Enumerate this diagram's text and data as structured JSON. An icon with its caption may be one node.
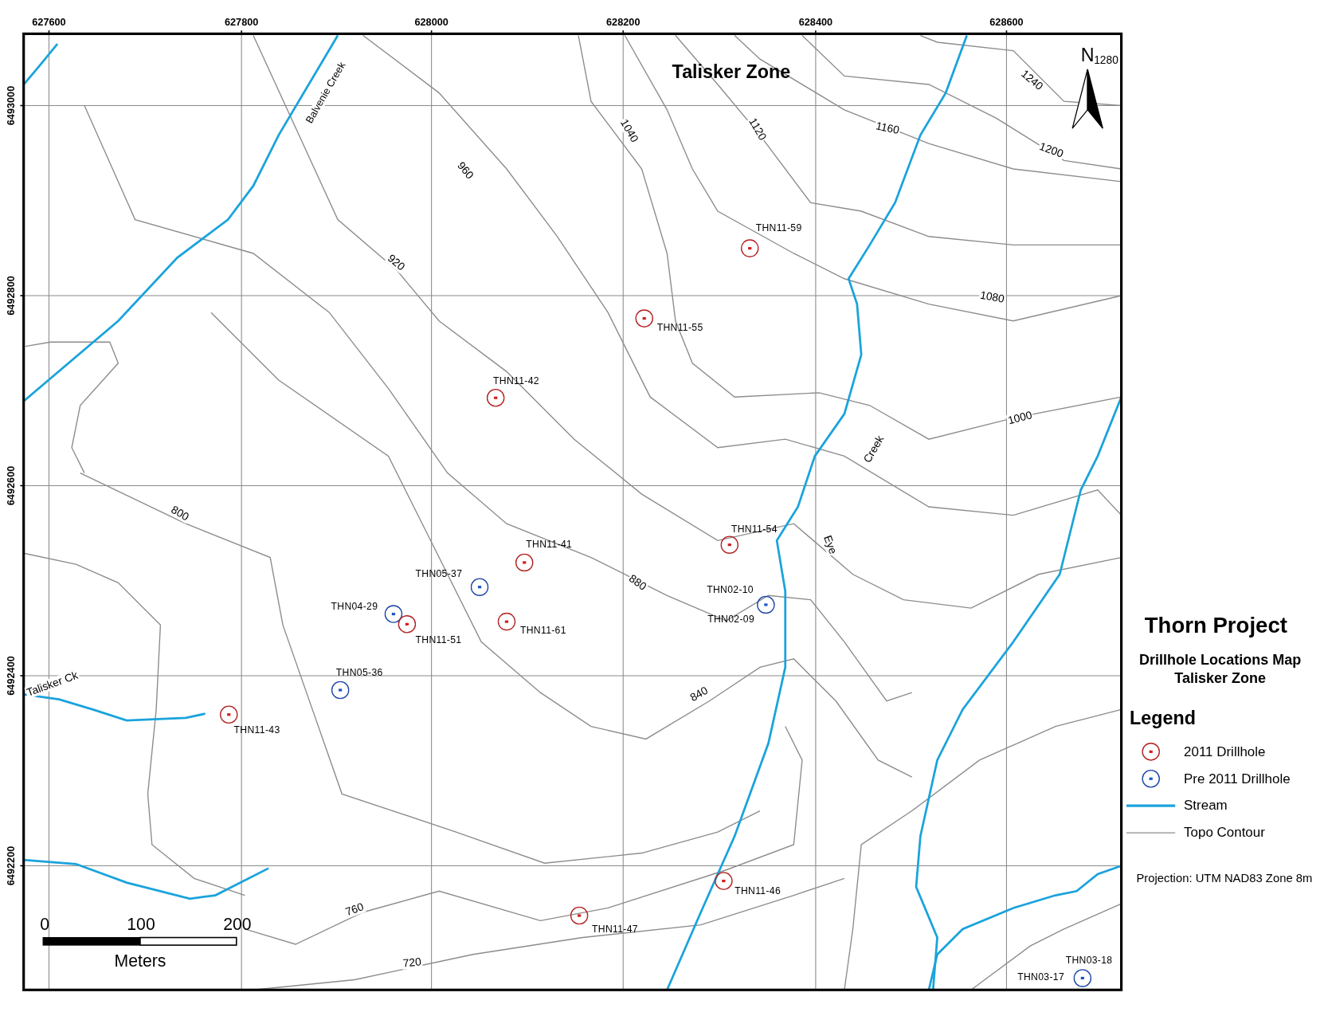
{
  "diagram": {
    "title": "Thorn Project",
    "nodes": [
      {
        "text": [],
        "shape": "circle",
        "beside": [
          "THN11-59"
        ]
      },
      {
        "text": [],
        "shape": "circle",
        "beside": [
          "THN11-55"
        ]
      },
      {
        "text": [],
        "shape": "circle",
        "beside": [
          "THN11-42"
        ]
      },
      {
        "text": [],
        "shape": "circle",
        "beside": [
          "THN11-54"
        ]
      },
      {
        "text": [],
        "shape": "circle",
        "beside": [
          "THN11-41"
        ]
      },
      {
        "text": [],
        "shape": "circle",
        "beside": [
          "THN05-37"
        ]
      },
      {
        "text": [],
        "shape": "circle",
        "beside": [
          "THN02-10",
          "THN02-09"
        ]
      },
      {
        "text": [],
        "shape": "circle",
        "beside": [
          "THN04-29"
        ]
      },
      {
        "text": [],
        "shape": "circle",
        "beside": [
          "THN11-61"
        ]
      },
      {
        "text": [],
        "shape": "circle",
        "beside": [
          "THN11-51"
        ]
      },
      {
        "text": [],
        "shape": "circle",
        "beside": [
          "THN05-36"
        ]
      },
      {
        "text": [],
        "shape": "circle",
        "beside": [
          "THN11-43"
        ]
      },
      {
        "text": [],
        "shape": "circle",
        "beside": [
          "THN11-46"
        ]
      },
      {
        "text": [],
        "shape": "circle",
        "beside": [
          "THN11-47"
        ]
      },
      {
        "text": [],
        "shape": "circle",
        "beside": [
          "THN03-17",
          "THN03-18"
        ]
      }
    ],
    "edges": [],
    "labels": [
      "627600",
      "627800",
      "628000",
      "628200",
      "628400",
      "628600",
      "Talisker Zone",
      "N",
      "1280",
      "1240",
      "6493000",
      "Balvenie Creek",
      "1040",
      "1120",
      "1160",
      "1200",
      "960",
      "920",
      "6492800",
      "1080",
      "1000",
      "Creek",
      "6492600",
      "800",
      "Eye",
      "880",
      "Drillhole Locations Map Talisker Zone",
      "6492400",
      "Talisker Ck",
      "840",
      "Legend",
      "6492200",
      "Projection: UTM NAD83 Zone 8m",
      "760",
      "0",
      "100",
      "200",
      "Meters",
      "720"
    ],
    "legend": [
      {
        "text": "2011 Drillhole"
      },
      {
        "text": "Pre 2011 Drillhole"
      },
      {
        "text": "Stream"
      },
      {
        "text": "Topo Contour"
      }
    ]
  }
}
